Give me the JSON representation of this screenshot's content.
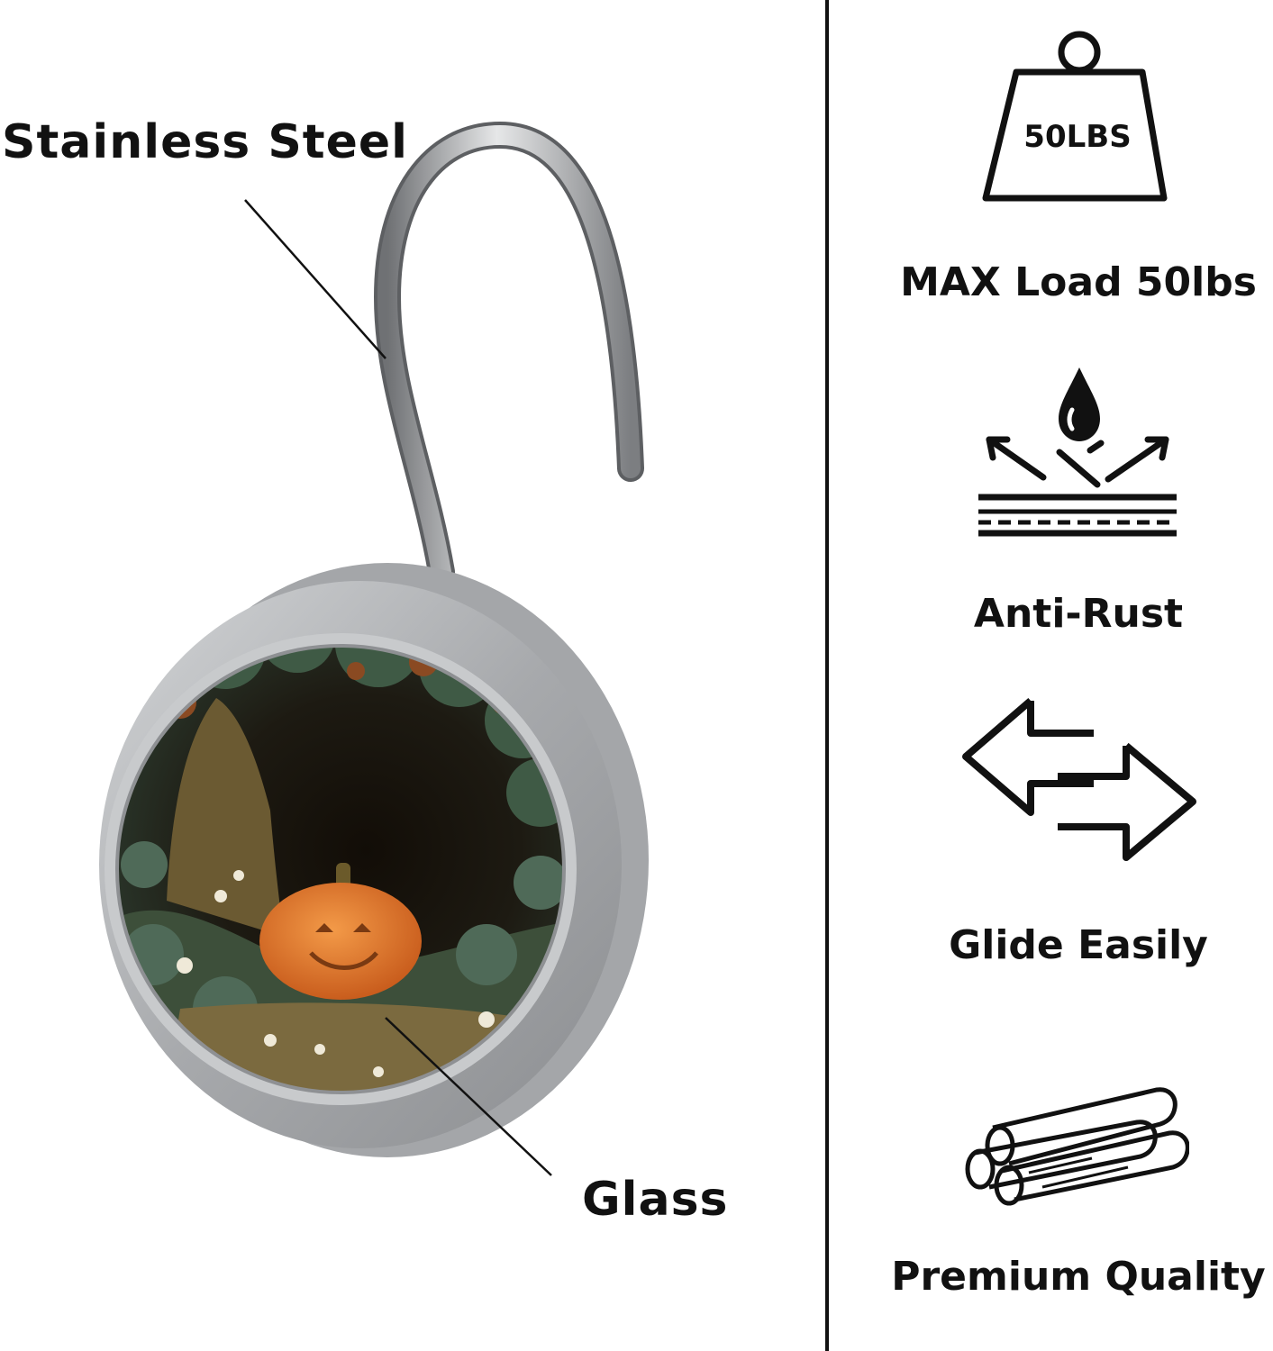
{
  "callouts": {
    "stainless_steel": "Stainless Steel",
    "glass": "Glass"
  },
  "features": [
    {
      "icon": "weight-icon",
      "icon_text": "50LBS",
      "label": "MAX Load 50lbs"
    },
    {
      "icon": "water-drop-repel-icon",
      "label": "Anti-Rust"
    },
    {
      "icon": "double-arrow-icon",
      "label": "Glide Easily"
    },
    {
      "icon": "pipes-bundle-icon",
      "label": "Premium Quality"
    }
  ],
  "colors": {
    "ink": "#111111",
    "steel": "#a9abae",
    "pumpkin": "#e0762a",
    "background": "#ffffff"
  }
}
